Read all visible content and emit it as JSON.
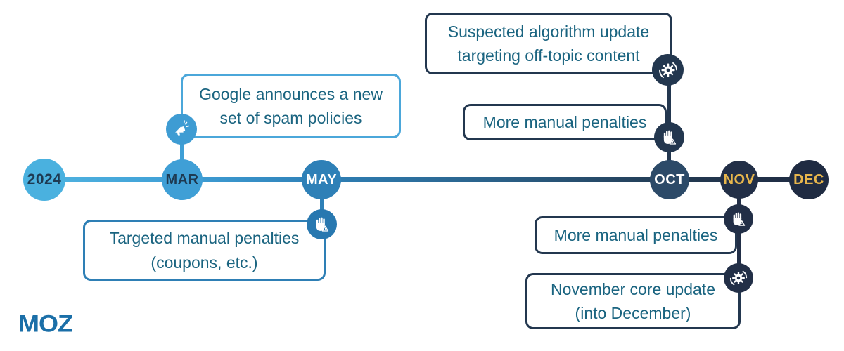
{
  "logo": {
    "text": "MOZ"
  },
  "timeline": {
    "nodes": [
      {
        "id": "year-2024",
        "label": "2024"
      },
      {
        "id": "mar",
        "label": "MAR"
      },
      {
        "id": "may",
        "label": "MAY"
      },
      {
        "id": "oct",
        "label": "OCT"
      },
      {
        "id": "nov",
        "label": "NOV"
      },
      {
        "id": "dec",
        "label": "DEC"
      }
    ]
  },
  "callouts": {
    "google_spam": {
      "text": "Google announces a new set of spam policies",
      "icon": "megaphone-icon",
      "anchor_month": "MAR"
    },
    "targeted_penalties": {
      "text": "Targeted manual penalties (coupons, etc.)",
      "icon": "hand-warning-icon",
      "anchor_month": "MAY"
    },
    "suspected_update": {
      "text": "Suspected algorithm update targeting off-topic content",
      "icon": "gear-refresh-icon",
      "anchor_month": "OCT"
    },
    "more_penalties_oct": {
      "text": "More manual penalties",
      "icon": "hand-warning-icon",
      "anchor_month": "OCT"
    },
    "more_penalties_nov": {
      "text": "More manual penalties",
      "icon": "hand-warning-icon",
      "anchor_month": "NOV"
    },
    "november_core": {
      "text": "November core update (into December)",
      "icon": "gear-refresh-icon",
      "anchor_month": "NOV"
    }
  },
  "colors": {
    "node_2024": "#4AB1DF",
    "node_mar": "#3F9FD6",
    "node_may": "#2E80B7",
    "node_oct": "#2C4A68",
    "node_nov": "#222F47",
    "node_dec": "#1F2B42",
    "gold_text": "#E7B64C",
    "dark_navy_text": "#1E3A52",
    "callout_text": "#1A6480",
    "border_light_blue": "#4BA7DA",
    "border_mid_blue": "#2E7FB5",
    "border_dark_navy": "#23374F",
    "moz_blue": "#1B6FA8"
  }
}
